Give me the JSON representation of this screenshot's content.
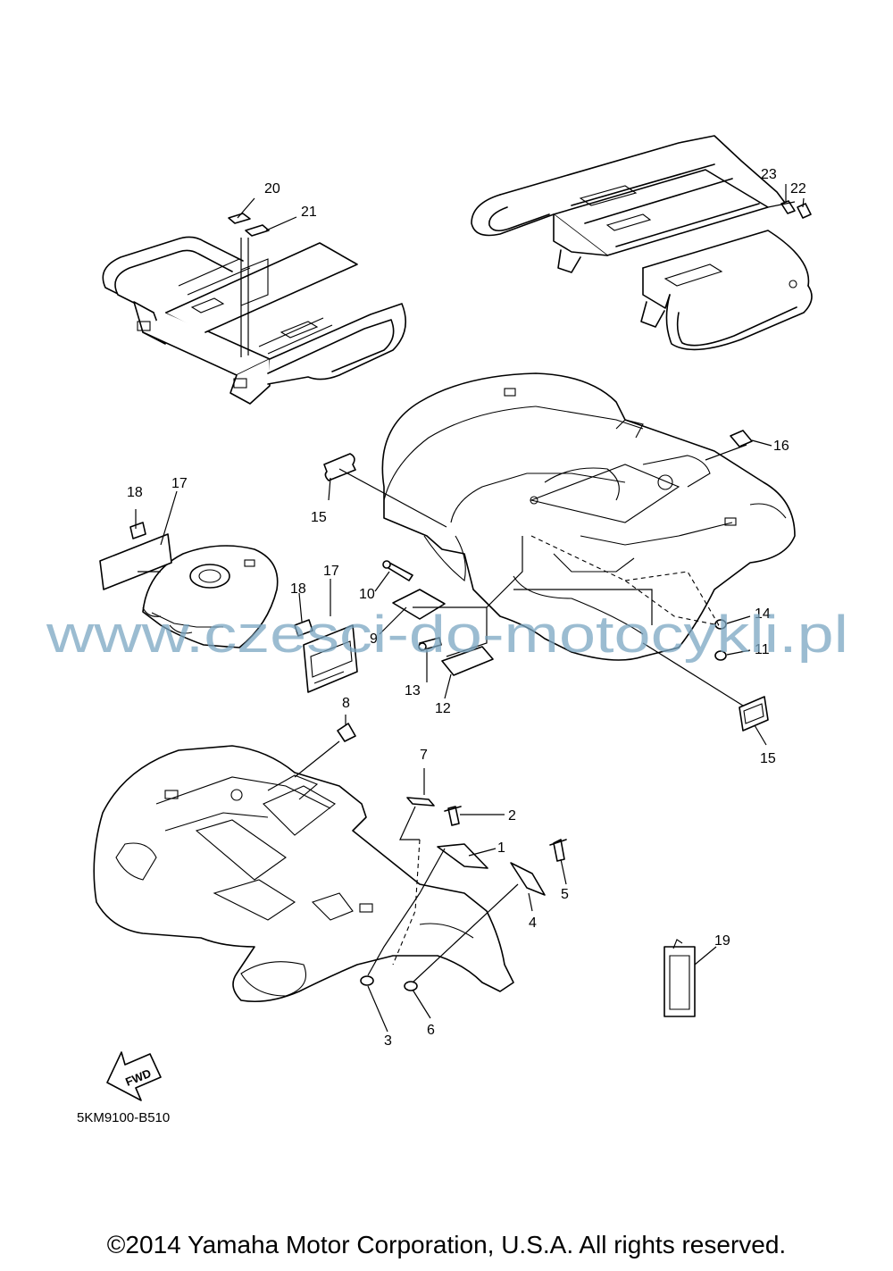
{
  "callouts": {
    "c1": "1",
    "c2": "2",
    "c3": "3",
    "c4": "4",
    "c5": "5",
    "c6": "6",
    "c7": "7",
    "c8": "8",
    "c9": "9",
    "c10": "10",
    "c11": "11",
    "c12": "12",
    "c13": "13",
    "c14": "14",
    "c15a": "15",
    "c15b": "15",
    "c16": "16",
    "c17a": "17",
    "c17b": "17",
    "c18a": "18",
    "c18b": "18",
    "c19": "19",
    "c20": "20",
    "c21": "21",
    "c22": "22",
    "c23": "23"
  },
  "watermark": "www.czesci-do-motocykli.pl",
  "fwd_label": "FWD",
  "drawing_code": "5KM9100-B510",
  "copyright": "©2014 Yamaha Motor Corporation, U.S.A. All rights reserved.",
  "colors": {
    "line": "#000000",
    "background": "#ffffff",
    "watermark": "#7aa6c2"
  }
}
